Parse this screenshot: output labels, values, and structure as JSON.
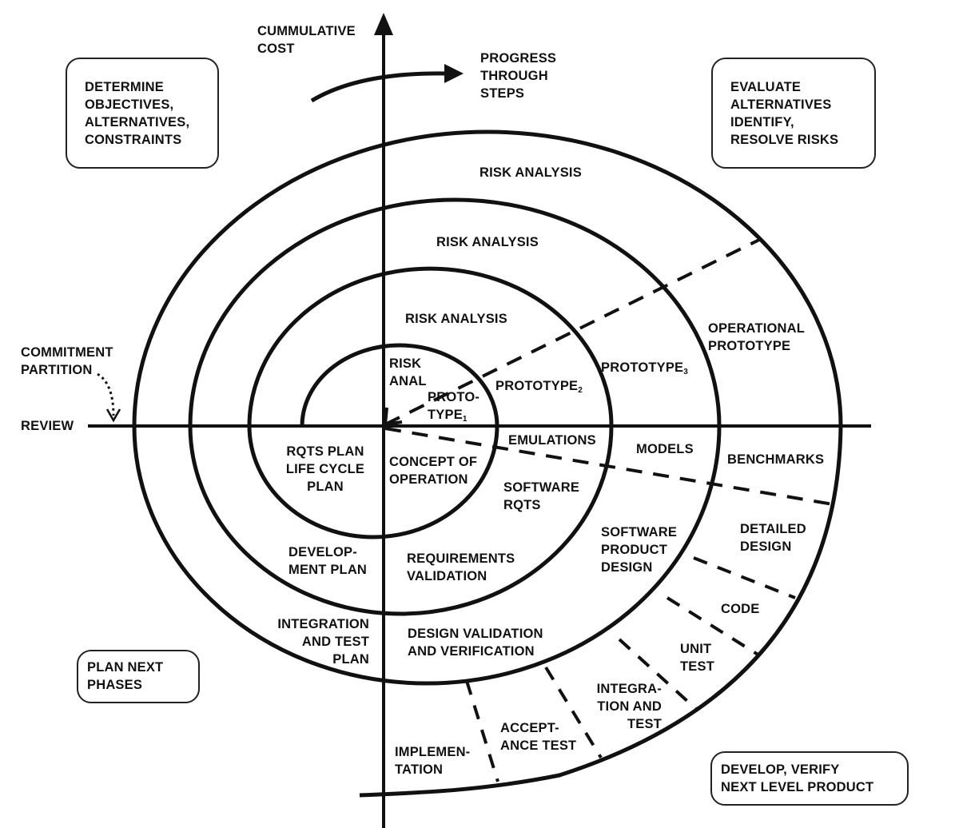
{
  "diagram": {
    "title": "Spiral Model of Software Process",
    "axis": {
      "vertical_label": "CUMMULATIVE\nCOST",
      "horizontal_label": "REVIEW",
      "progress_label": "PROGRESS\nTHROUGH\nSTEPS",
      "commitment_label": "COMMITMENT\nPARTITION"
    },
    "quadrants": {
      "top_left": "DETERMINE\nOBJECTIVES,\nALTERNATIVES,\nCONSTRAINTS",
      "top_right": "EVALUATE\nALTERNATIVES\nIDENTIFY,\nRESOLVE RISKS",
      "bottom_left": "PLAN NEXT\nPHASES",
      "bottom_right": "DEVELOP, VERIFY\nNEXT LEVEL PRODUCT"
    },
    "risk_analysis": {
      "outer": "RISK ANALYSIS",
      "third": "RISK ANALYSIS",
      "second": "RISK ANALYSIS",
      "inner": "RISK\nANAL"
    },
    "prototypes": {
      "p1": "PROTO-\nTYPE",
      "p1_sub": "1",
      "p2": "PROTOTYPE",
      "p2_sub": "2",
      "p3": "PROTOTYPE",
      "p3_sub": "3",
      "operational": "OPERATIONAL\nPROTOTYPE"
    },
    "simulations": {
      "emulations": "EMULATIONS",
      "models": "MODELS",
      "benchmarks": "BENCHMARKS"
    },
    "plans": {
      "rqts_plan": "RQTS PLAN\nLIFE CYCLE\nPLAN",
      "development_plan": "DEVELOP-\nMENT PLAN",
      "integration_plan": "INTEGRATION\nAND TEST\nPLAN"
    },
    "products": {
      "concept": "CONCEPT OF\nOPERATION",
      "software_rqts": "SOFTWARE\nRQTS",
      "requirements_validation": "REQUIREMENTS\nVALIDATION",
      "software_product_design": "SOFTWARE\nPRODUCT\nDESIGN",
      "design_validation": "DESIGN VALIDATION\nAND VERIFICATION",
      "detailed_design": "DETAILED\nDESIGN",
      "code": "CODE",
      "unit_test": "UNIT\nTEST",
      "integration_test": "INTEGRA-\nTION AND\nTEST",
      "acceptance_test": "ACCEPT-\nANCE TEST",
      "implementation": "IMPLEMEN-\nTATION"
    },
    "colors": {
      "ink": "#111111",
      "background": "#ffffff"
    }
  }
}
